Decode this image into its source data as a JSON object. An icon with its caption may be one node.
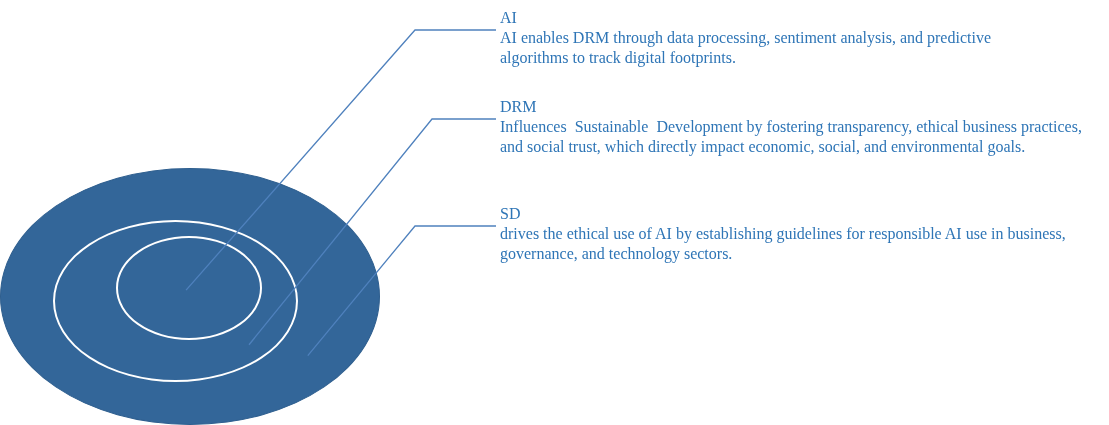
{
  "diagram": {
    "nodes": [
      {
        "text": [],
        "shape": "circle"
      },
      {
        "text": [],
        "shape": "circle",
        "in": 0
      },
      {
        "text": [],
        "shape": "circle",
        "in": 1
      },
      {
        "text": [
          "AI",
          "AI enables DRM through data processing, sentiment analysis, and predictive algorithms to track digital footprints."
        ]
      },
      {
        "text": [
          "DRM",
          "Influences  Sustainable  Development by fostering transparency, ethical business practices, and social trust, which directly impact economic, social, and environmental goals."
        ]
      },
      {
        "text": [
          "SD",
          "drives the ethical use of AI by establishing guidelines for responsible AI use in business, governance, and technology sectors."
        ]
      }
    ],
    "edges": [
      {
        "from": 3,
        "to": 2,
        "arrow": "none"
      },
      {
        "from": 4,
        "to": 1,
        "arrow": "none"
      },
      {
        "from": 5,
        "to": 0,
        "arrow": "none"
      }
    ]
  }
}
